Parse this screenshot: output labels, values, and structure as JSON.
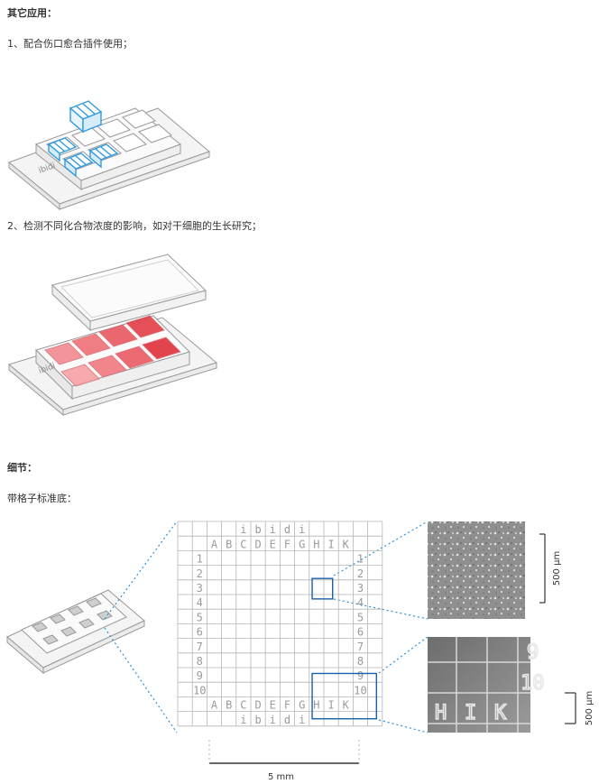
{
  "section_other_apps": "其它应用：",
  "item1": "1、配合伤口愈合插件使用；",
  "item2": "2、检测不同化合物浓度的影响，如对干细胞的生长研究；",
  "section_details": "细节：",
  "grid_bottom_label": "带格子标准底：",
  "slide_brand": "ibidi",
  "grid": {
    "top_letters": [
      "i",
      "b",
      "i",
      "d",
      "i"
    ],
    "column_letters": [
      "A",
      "B",
      "C",
      "D",
      "E",
      "F",
      "G",
      "H",
      "I",
      "K"
    ],
    "row_numbers": [
      "1",
      "2",
      "3",
      "4",
      "5",
      "6",
      "7",
      "8",
      "9",
      "10"
    ],
    "bottom_letters": [
      "A",
      "B",
      "C",
      "D",
      "E",
      "F",
      "G",
      "H",
      "I",
      "K"
    ],
    "bottom_brand": [
      "i",
      "b",
      "i",
      "d",
      "i"
    ]
  },
  "scale_top": "500 μm",
  "scale_bottom": "500 μm",
  "scale_5mm": "5 mm",
  "micro_labels": {
    "n9": "9",
    "n10": "10",
    "h": "H",
    "i": "I",
    "k": "K"
  },
  "colors": {
    "blue": "#2e9be0",
    "red": "#e0303a",
    "dotted": "#2b8fd6",
    "box": "#1a5fa8"
  }
}
